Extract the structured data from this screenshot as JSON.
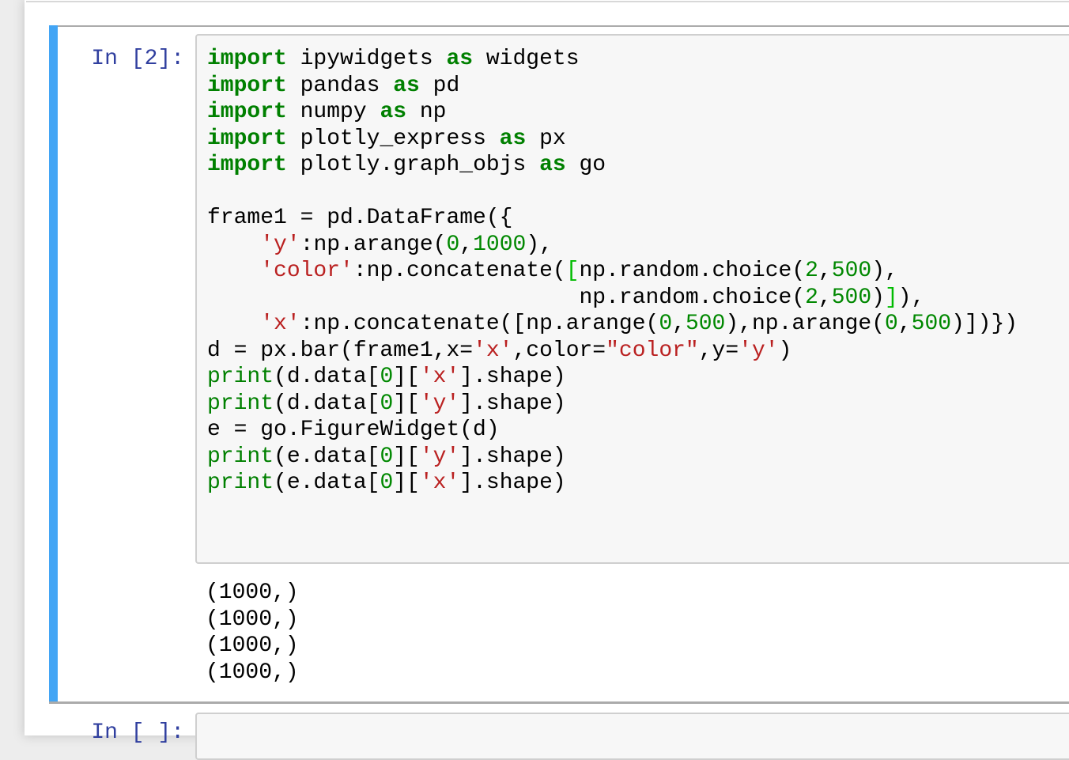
{
  "app": "jupyter-notebook",
  "colors": {
    "selected_cell_bar": "#42A5F5",
    "cell_border": "#ababab",
    "code_background": "#f7f7f7",
    "code_border": "#cfcfcf",
    "keyword": "#008000",
    "builtin": "#008000",
    "number": "#008800",
    "string": "#BA2121",
    "matching_bracket": "#00bb00",
    "prompt": "#303F9F"
  },
  "cell1": {
    "prompt": "In [2]:",
    "selected": true,
    "code_lines": [
      [
        [
          "k",
          "import"
        ],
        [
          "p",
          " ipywidgets "
        ],
        [
          "k",
          "as"
        ],
        [
          "p",
          " widgets"
        ]
      ],
      [
        [
          "k",
          "import"
        ],
        [
          "p",
          " pandas "
        ],
        [
          "k",
          "as"
        ],
        [
          "p",
          " pd"
        ]
      ],
      [
        [
          "k",
          "import"
        ],
        [
          "p",
          " numpy "
        ],
        [
          "k",
          "as"
        ],
        [
          "p",
          " np"
        ]
      ],
      [
        [
          "k",
          "import"
        ],
        [
          "p",
          " plotly_express "
        ],
        [
          "k",
          "as"
        ],
        [
          "p",
          " px"
        ]
      ],
      [
        [
          "k",
          "import"
        ],
        [
          "p",
          " plotly.graph_objs "
        ],
        [
          "k",
          "as"
        ],
        [
          "p",
          " go"
        ]
      ],
      [],
      [
        [
          "p",
          "frame1 = pd.DataFrame({"
        ]
      ],
      [
        [
          "p",
          "    "
        ],
        [
          "s",
          "'y'"
        ],
        [
          "p",
          ":np.arange("
        ],
        [
          "m",
          "0"
        ],
        [
          "p",
          ","
        ],
        [
          "m",
          "1000"
        ],
        [
          "p",
          "),"
        ]
      ],
      [
        [
          "p",
          "    "
        ],
        [
          "s",
          "'color'"
        ],
        [
          "p",
          ":np.concatenate("
        ],
        [
          "mb",
          "["
        ],
        [
          "p",
          "np.random.choice("
        ],
        [
          "m",
          "2"
        ],
        [
          "p",
          ","
        ],
        [
          "m",
          "500"
        ],
        [
          "p",
          "),"
        ]
      ],
      [
        [
          "p",
          "                            np.random.choice("
        ],
        [
          "m",
          "2"
        ],
        [
          "p",
          ","
        ],
        [
          "m",
          "500"
        ],
        [
          "p",
          ")"
        ],
        [
          "mb",
          "]"
        ],
        [
          "p",
          "),"
        ]
      ],
      [
        [
          "p",
          "    "
        ],
        [
          "s",
          "'x'"
        ],
        [
          "p",
          ":np.concatenate([np.arange("
        ],
        [
          "m",
          "0"
        ],
        [
          "p",
          ","
        ],
        [
          "m",
          "500"
        ],
        [
          "p",
          "),np.arange("
        ],
        [
          "m",
          "0"
        ],
        [
          "p",
          ","
        ],
        [
          "m",
          "500"
        ],
        [
          "p",
          ")])})"
        ]
      ],
      [
        [
          "p",
          "d = px.bar(frame1,x="
        ],
        [
          "s",
          "'x'"
        ],
        [
          "p",
          ",color="
        ],
        [
          "s",
          "\"color\""
        ],
        [
          "p",
          ",y="
        ],
        [
          "s",
          "'y'"
        ],
        [
          "p",
          ")"
        ]
      ],
      [
        [
          "b",
          "print"
        ],
        [
          "p",
          "(d.data["
        ],
        [
          "m",
          "0"
        ],
        [
          "p",
          "]["
        ],
        [
          "s",
          "'x'"
        ],
        [
          "p",
          "].shape)"
        ]
      ],
      [
        [
          "b",
          "print"
        ],
        [
          "p",
          "(d.data["
        ],
        [
          "m",
          "0"
        ],
        [
          "p",
          "]["
        ],
        [
          "s",
          "'y'"
        ],
        [
          "p",
          "].shape)"
        ]
      ],
      [
        [
          "p",
          "e = go.FigureWidget(d)"
        ]
      ],
      [
        [
          "b",
          "print"
        ],
        [
          "p",
          "(e.data["
        ],
        [
          "m",
          "0"
        ],
        [
          "p",
          "]["
        ],
        [
          "s",
          "'y'"
        ],
        [
          "p",
          "].shape)"
        ]
      ],
      [
        [
          "b",
          "print"
        ],
        [
          "p",
          "(e.data["
        ],
        [
          "m",
          "0"
        ],
        [
          "p",
          "]["
        ],
        [
          "s",
          "'x'"
        ],
        [
          "p",
          "].shape)"
        ]
      ],
      [],
      []
    ],
    "outputs": [
      "(1000,)",
      "(1000,)",
      "(1000,)",
      "(1000,)"
    ]
  },
  "cell2": {
    "prompt": "In [ ]:",
    "selected": false,
    "code_lines": [],
    "outputs": []
  }
}
